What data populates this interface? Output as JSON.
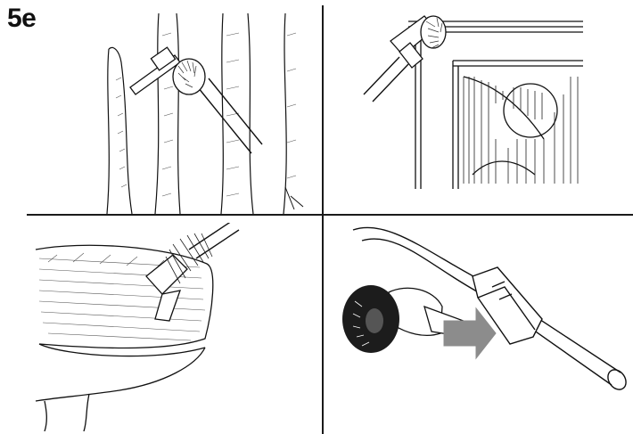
{
  "step_label": "5e",
  "colors": {
    "line": "#111111",
    "hatch": "#555555",
    "arrow_fill": "#8c8c8c",
    "dark_fill": "#1c1c1c"
  },
  "panels": [
    {
      "id": "curtain-brush",
      "icon": "dusting-brush-on-curtain"
    },
    {
      "id": "frame-brush",
      "icon": "dusting-brush-on-picture-frame"
    },
    {
      "id": "table-brush",
      "icon": "dusting-brush-on-table-top"
    },
    {
      "id": "attach-tool",
      "icon": "push-tool-onto-tube-arrow"
    }
  ]
}
